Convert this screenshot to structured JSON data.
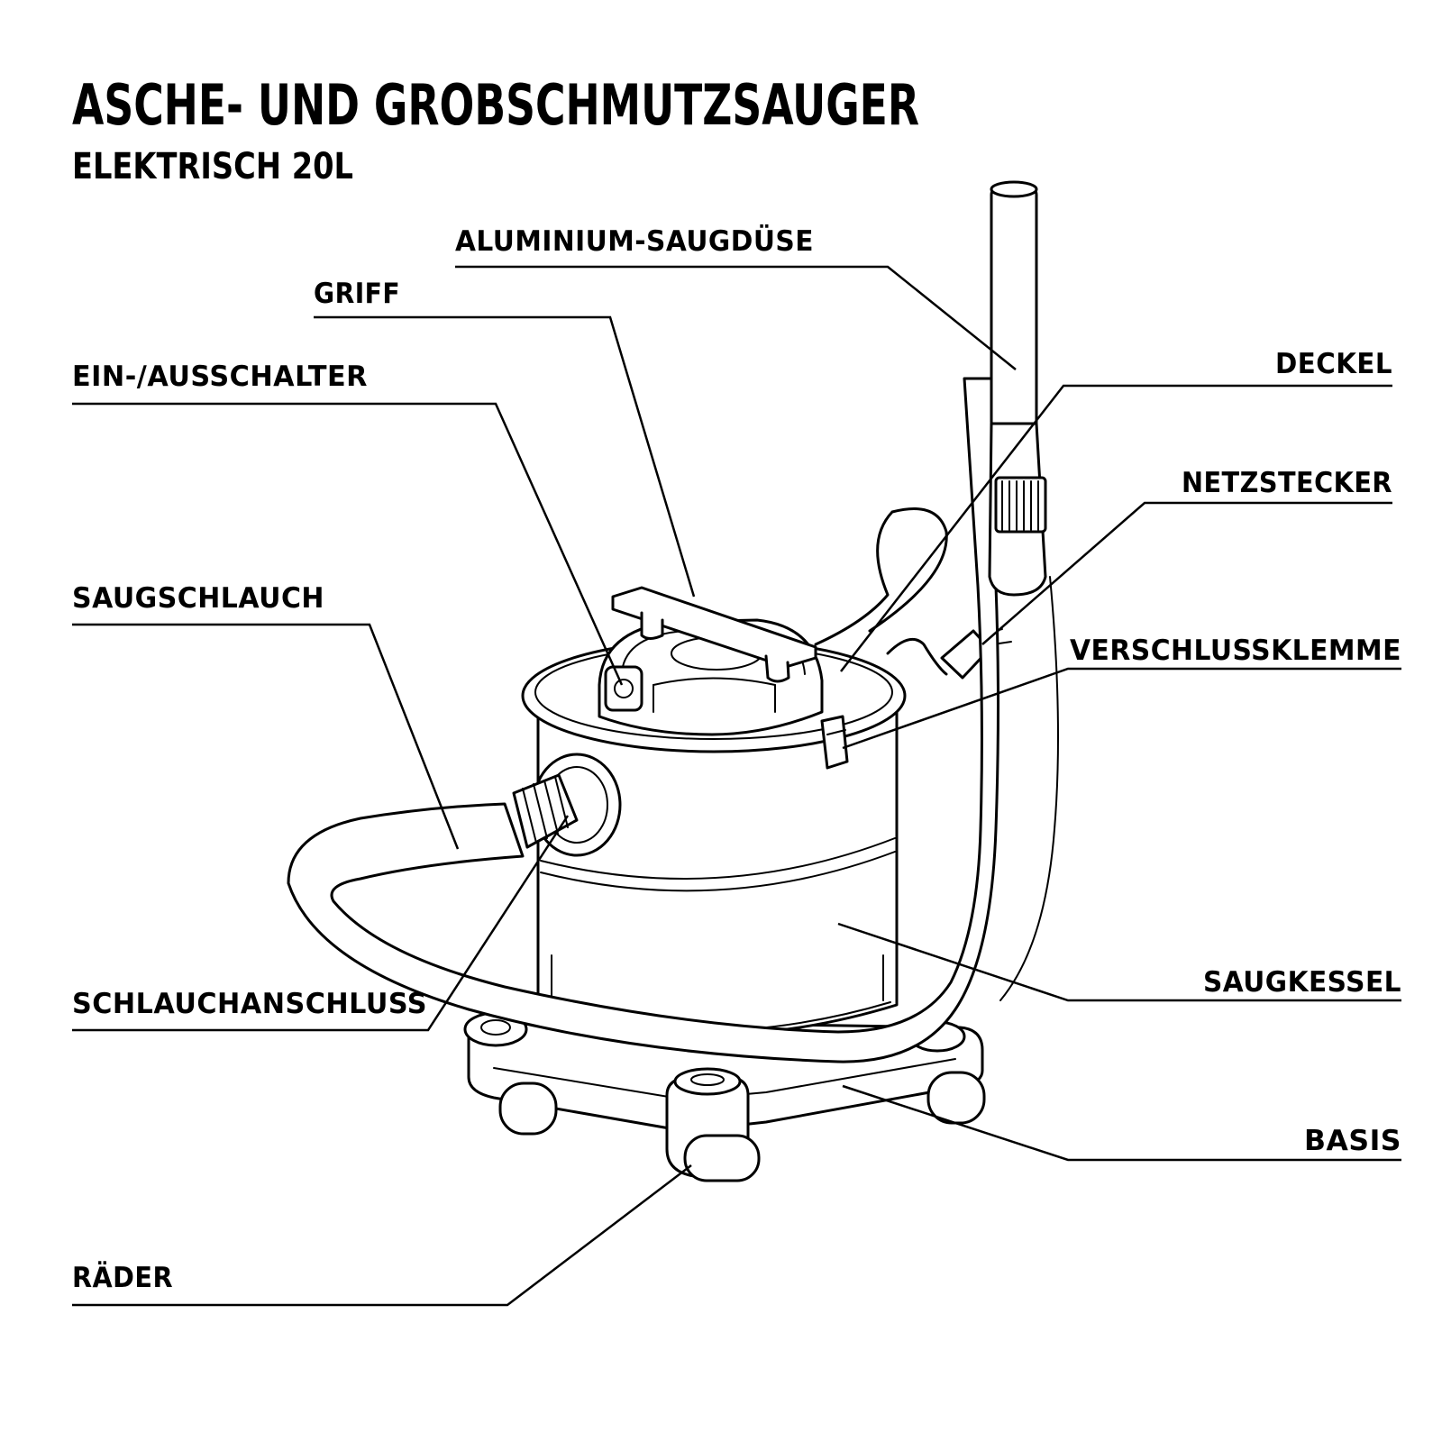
{
  "title": "ASCHE- UND GROBSCHMUTZSAUGER",
  "subtitle": "ELEKTRISCH 20L",
  "labels": {
    "nozzle": "ALUMINIUM-SAUGDÜSE",
    "handle": "GRIFF",
    "switch": "EIN-/AUSSCHALTER",
    "hose": "SAUGSCHLAUCH",
    "hose_connector": "SCHLAUCHANSCHLUSS",
    "wheels": "RÄDER",
    "lid": "DECKEL",
    "plug": "NETZSTECKER",
    "clamp": "VERSCHLUSSKLEMME",
    "tank": "SAUGKESSEL",
    "base": "BASIS"
  },
  "colors": {
    "ink": "#000000",
    "paper": "#ffffff"
  }
}
